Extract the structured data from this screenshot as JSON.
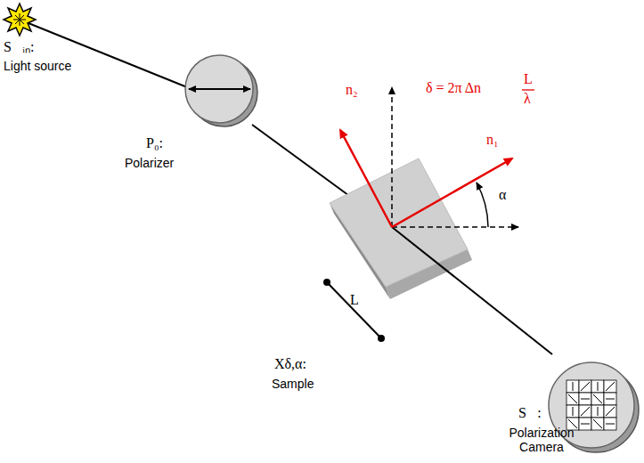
{
  "diagram": {
    "labels": [
      "S⃗ᵢₙ:",
      "Light source",
      "P₀:",
      "Polarizer",
      "δ = 2π Δn",
      "L",
      "λ",
      "n₂",
      "n₁",
      "α",
      "L",
      "Xδ,α:",
      "Sample",
      "S⃗:",
      "Polarization Camera"
    ]
  }
}
